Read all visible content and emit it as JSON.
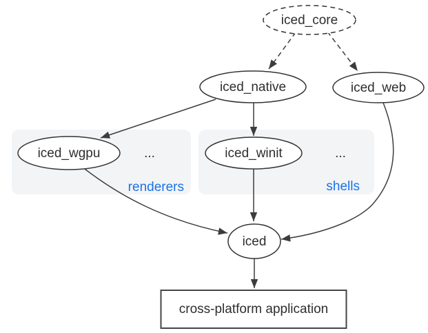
{
  "nodes": {
    "iced_core": "iced_core",
    "iced_native": "iced_native",
    "iced_web": "iced_web",
    "iced_wgpu": "iced_wgpu",
    "iced_winit": "iced_winit",
    "iced": "iced",
    "application": "cross-platform application"
  },
  "groups": {
    "renderers": {
      "label": "renderers",
      "ellipsis": "..."
    },
    "shells": {
      "label": "shells",
      "ellipsis": "..."
    }
  },
  "edges": [
    {
      "from": "iced_core",
      "to": "iced_native",
      "style": "dashed"
    },
    {
      "from": "iced_core",
      "to": "iced_web",
      "style": "dashed"
    },
    {
      "from": "iced_native",
      "to": "iced_wgpu",
      "style": "solid"
    },
    {
      "from": "iced_native",
      "to": "iced_winit",
      "style": "solid"
    },
    {
      "from": "iced_wgpu",
      "to": "iced",
      "style": "solid"
    },
    {
      "from": "iced_winit",
      "to": "iced",
      "style": "solid"
    },
    {
      "from": "iced_web",
      "to": "iced",
      "style": "solid"
    },
    {
      "from": "iced",
      "to": "cross-platform application",
      "style": "solid"
    }
  ],
  "colors": {
    "background": "#ffffff",
    "node_stroke": "#333333",
    "node_text": "#2e2e2e",
    "edge": "#3c3c3c",
    "group_fill": "#f2f4f6",
    "group_label": "#1a73e8"
  }
}
